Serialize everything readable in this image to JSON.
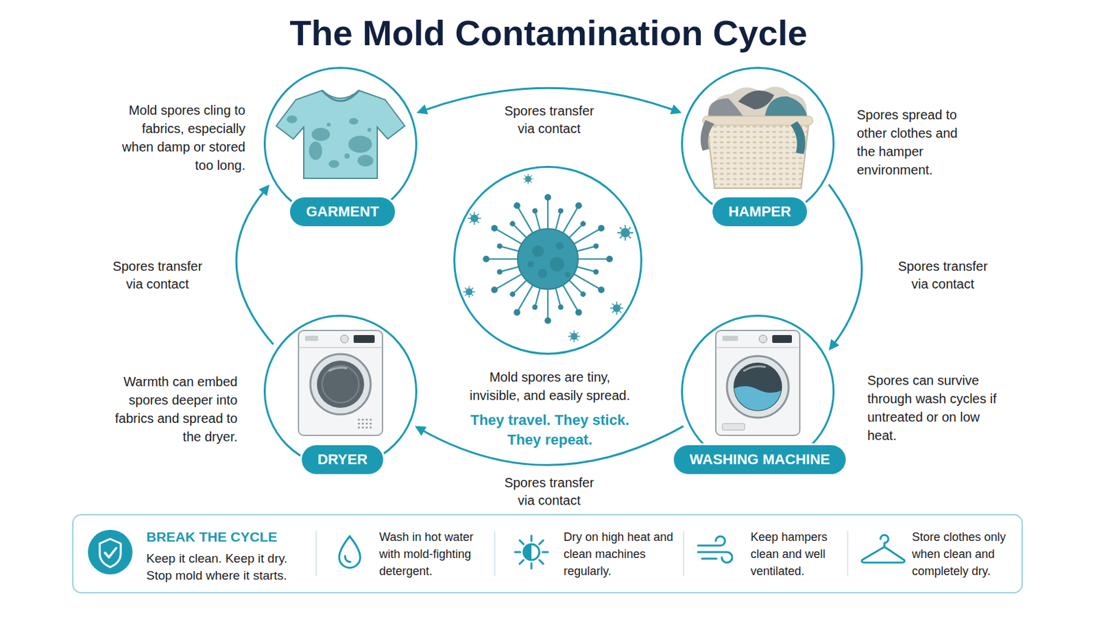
{
  "diagram": {
    "title": "The Mold Contamination Cycle",
    "nodes": [
      {
        "text": [
          "GARMENT",
          "Mold spores cling to fabrics, especially when damp or stored too long."
        ]
      },
      {
        "text": [
          "HAMPER",
          "Spores spread to other clothes and the hamper environment."
        ]
      },
      {
        "text": [
          "Mold spores are tiny, invisible, and easily spread.",
          "They travel. They stick. They repeat."
        ]
      },
      {
        "text": [
          "DRYER",
          "Warmth can embed spores deeper into fabrics and spread to the dryer."
        ]
      },
      {
        "text": [
          "WASHING MACHINE",
          "Spores can survive through wash cycles if untreated or on low heat."
        ]
      },
      {
        "text": [
          "BREAK THE CYCLE",
          "Keep it clean. Keep it dry. Stop mold where it starts."
        ]
      }
    ],
    "edges": [
      {
        "from": 0,
        "to": 1,
        "label": "Spores transfer via contact",
        "arrow": "both"
      },
      {
        "from": 1,
        "to": 4,
        "label": "Spores transfer via contact",
        "arrow": "to"
      },
      {
        "from": 4,
        "to": 3,
        "label": "Spores transfer via contact",
        "arrow": "to"
      },
      {
        "from": 3,
        "to": 0,
        "label": "Spores transfer via contact",
        "arrow": "to"
      }
    ],
    "labels": [
      "Wash in hot water with mold-fighting detergent.",
      "Dry on high heat and clean machines regularly.",
      "Keep hampers clean and well ventilated.",
      "Store clothes only when clean and completely dry."
    ]
  }
}
